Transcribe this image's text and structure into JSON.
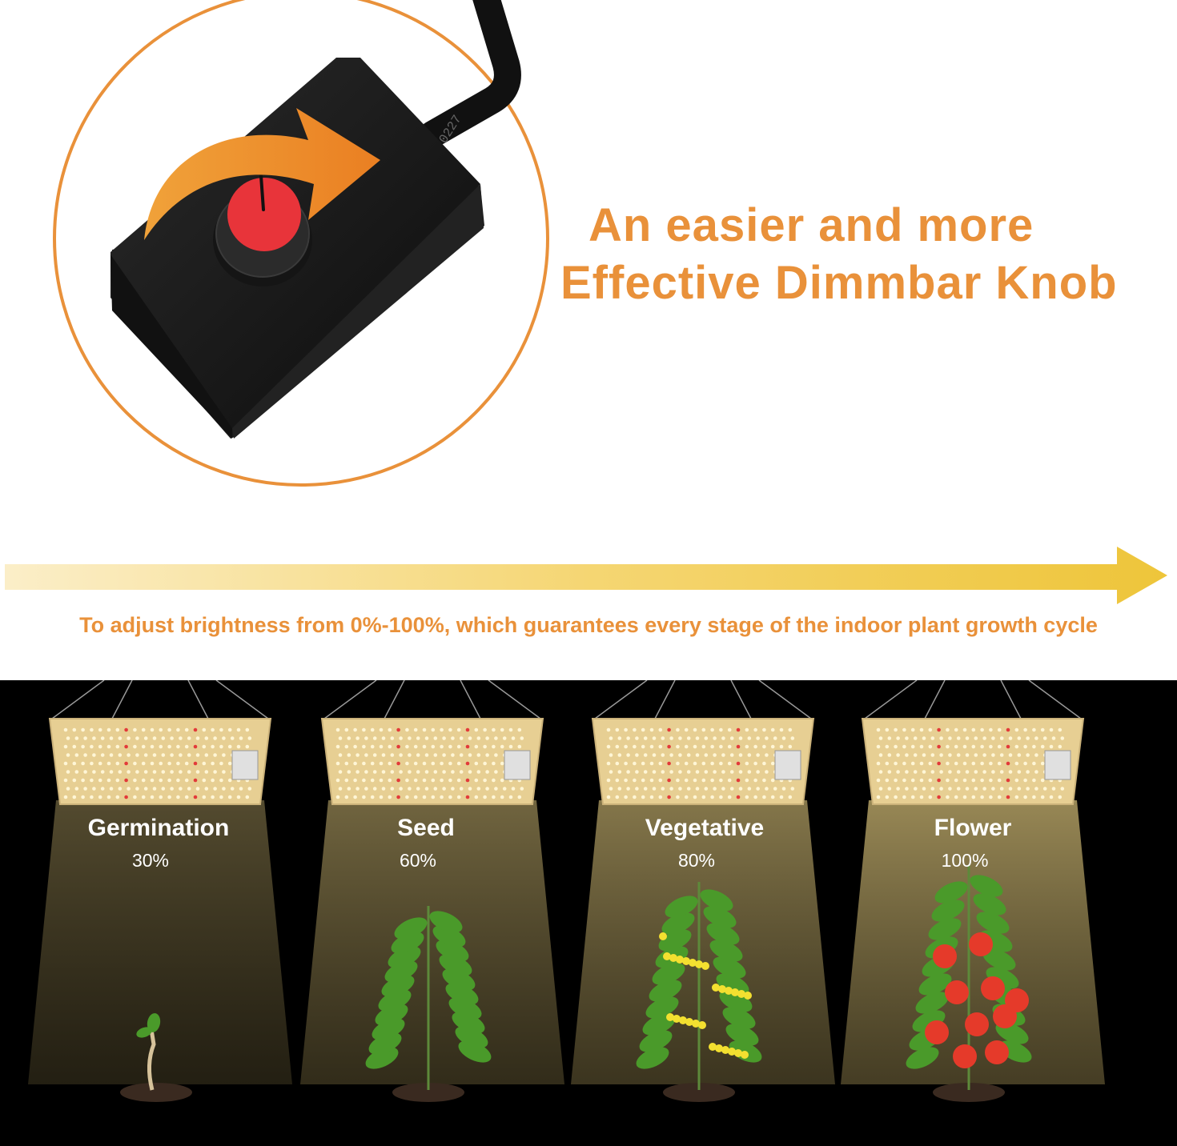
{
  "headline": {
    "line1": "An easier and more",
    "line2": "Effective Dimmbar Knob"
  },
  "caption": "To adjust brightness from 0%-100%, which guarantees every stage of the indoor plant growth cycle",
  "knob_label": "0227",
  "stages": [
    {
      "name": "Germination",
      "brightness": "30%",
      "level": 0.3
    },
    {
      "name": "Seed",
      "brightness": "60%",
      "level": 0.6
    },
    {
      "name": "Vegetative",
      "brightness": "80%",
      "level": 0.8
    },
    {
      "name": "Flower",
      "brightness": "100%",
      "level": 1.0
    }
  ],
  "colors": {
    "accent_orange": "#e9913a",
    "arrow_yellow": "#f0c83c",
    "knob_red": "#e8343a",
    "light_panel": "#f3dca0",
    "leaf_green": "#4a9a2a"
  }
}
